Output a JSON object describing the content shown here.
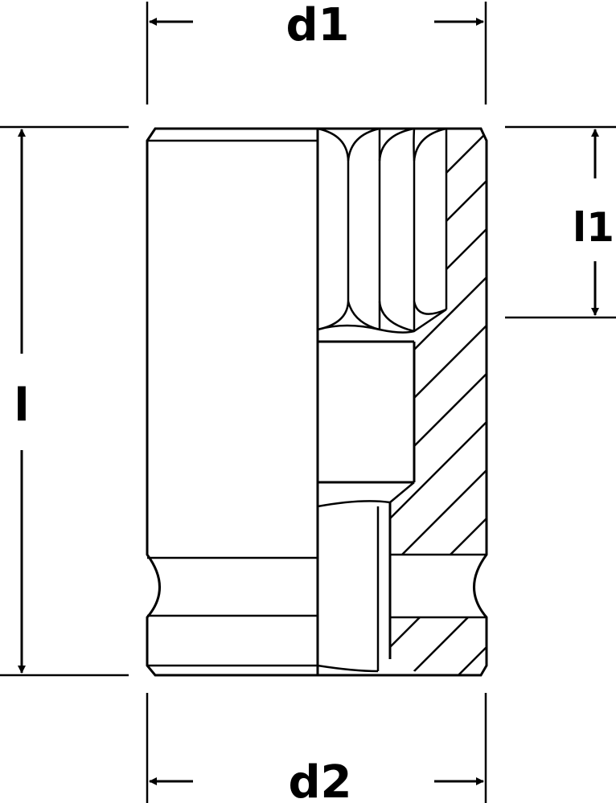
{
  "labels": {
    "d1": "d1",
    "d2": "d2",
    "l": "l",
    "l1": "l1"
  },
  "colors": {
    "line": "#000000",
    "background": "#ffffff"
  }
}
